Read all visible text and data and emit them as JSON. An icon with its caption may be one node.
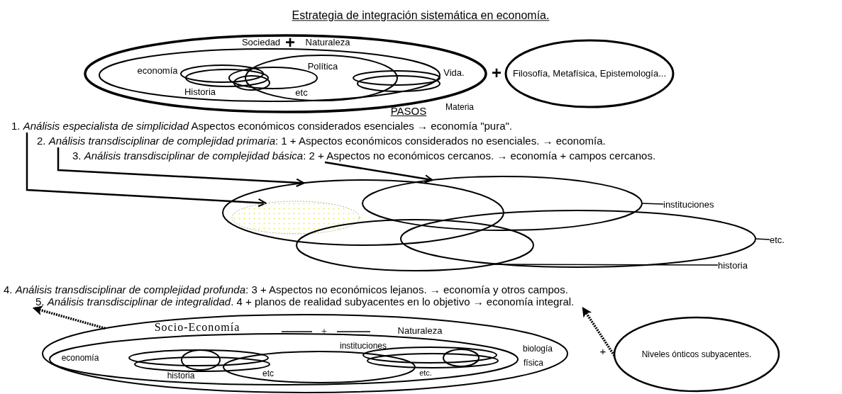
{
  "diagram": {
    "title": "Estrategia de integración sistemática en economía.",
    "nodes": [
      {
        "text": [
          "Sociedad",
          "Naturaleza",
          "economía",
          "Política",
          "Vida.",
          "Historia",
          "etc"
        ],
        "beside": [
          "Materia"
        ]
      },
      {
        "text": [
          "Filosofía, Metafísica, Epistemología..."
        ]
      },
      {
        "text": [
          "1. *Análisis especialista de simplicidad* Aspectos económicos considerados esenciales → economía \"pura\"."
        ]
      },
      {
        "text": [
          "2. *Análisis transdisciplinar de complejidad primaria*: 1 + Aspectos económicos considerados no esenciales. → economía."
        ]
      },
      {
        "text": [
          "3. *Análisis transdisciplinar de complejidad básica*:  2 + Aspectos no económicos cercanos. → economía + campos cercanos."
        ]
      },
      {
        "text": [],
        "shape": "ellipse"
      },
      {
        "text": [],
        "shape": "ellipse",
        "in": 5
      },
      {
        "text": [],
        "shape": "ellipse"
      },
      {
        "text": [],
        "shape": "ellipse"
      },
      {
        "text": [],
        "shape": "ellipse"
      },
      {
        "text": [
          "instituciones"
        ]
      },
      {
        "text": [
          "etc."
        ]
      },
      {
        "text": [
          "historia"
        ]
      },
      {
        "text": [
          "5. *Análisis transdisciplinar de integralidad*. 4 + planos de realidad subyacentes en lo objetivo → economía integral."
        ]
      },
      {
        "text": [
          "Socio-Economía",
          "Naturaleza",
          "economía",
          "instituciones",
          "historia",
          "etc",
          "biología",
          "física",
          "etc."
        ]
      },
      {
        "text": [
          "Niveles ónticos subyacentes."
        ]
      }
    ],
    "edges": [
      {
        "from": 2,
        "to": 6,
        "arrow": "to"
      },
      {
        "from": 3,
        "to": 5,
        "arrow": "to"
      },
      {
        "from": 4,
        "to": 7,
        "arrow": "to"
      },
      {
        "from": 10,
        "to": 7,
        "arrow": "none"
      },
      {
        "from": 11,
        "to": 9,
        "arrow": "none"
      },
      {
        "from": 12,
        "to": 8,
        "arrow": "none"
      },
      {
        "from": 14,
        "to": 13,
        "arrow": "to",
        "style": "dashed"
      },
      {
        "from": 15,
        "to": 13,
        "arrow": "to",
        "style": "dashed"
      }
    ],
    "labels": [
      "+",
      "+",
      "PASOS",
      "4. *Análisis transdisciplinar de complejidad profunda*: 3 + Aspectos no económicos lejanos. → economía y otros campos.",
      "+",
      "+"
    ]
  }
}
